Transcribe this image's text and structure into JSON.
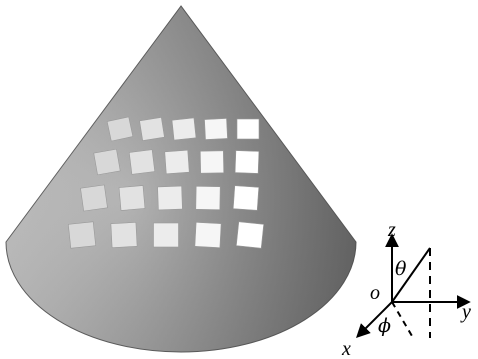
{
  "colors": {
    "background": "#ffffff",
    "cone_light": "#c9c9c9",
    "cone_mid": "#8d8d8d",
    "cone_dark": "#6a6a6a",
    "patch_dim": "#b8b8b8",
    "patch_bright": "#ffffff",
    "axis": "#000000"
  },
  "patch_array": {
    "rows": 4,
    "columns": 5,
    "count": 20
  },
  "coordinate_system": {
    "origin_label": "o",
    "axis_labels": {
      "x": "x",
      "y": "y",
      "z": "z"
    },
    "angle_labels": {
      "theta": "θ",
      "phi": "ϕ"
    }
  }
}
